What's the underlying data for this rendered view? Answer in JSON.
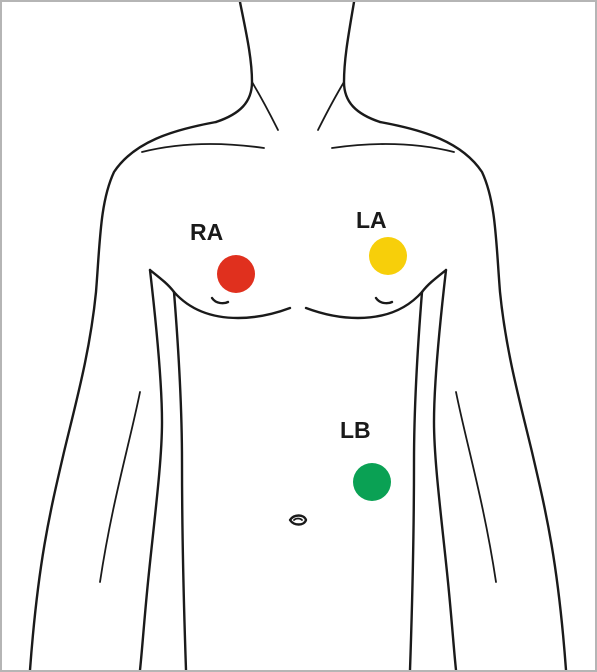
{
  "electrodes": [
    {
      "label": "RA",
      "color": "#e0301e"
    },
    {
      "label": "LA",
      "color": "#f7cf0a"
    },
    {
      "label": "LB",
      "color": "#0aa154"
    }
  ],
  "colors": {
    "outline": "#1a1a1a",
    "frame_border": "#b5b5b5",
    "background": "#ffffff"
  }
}
